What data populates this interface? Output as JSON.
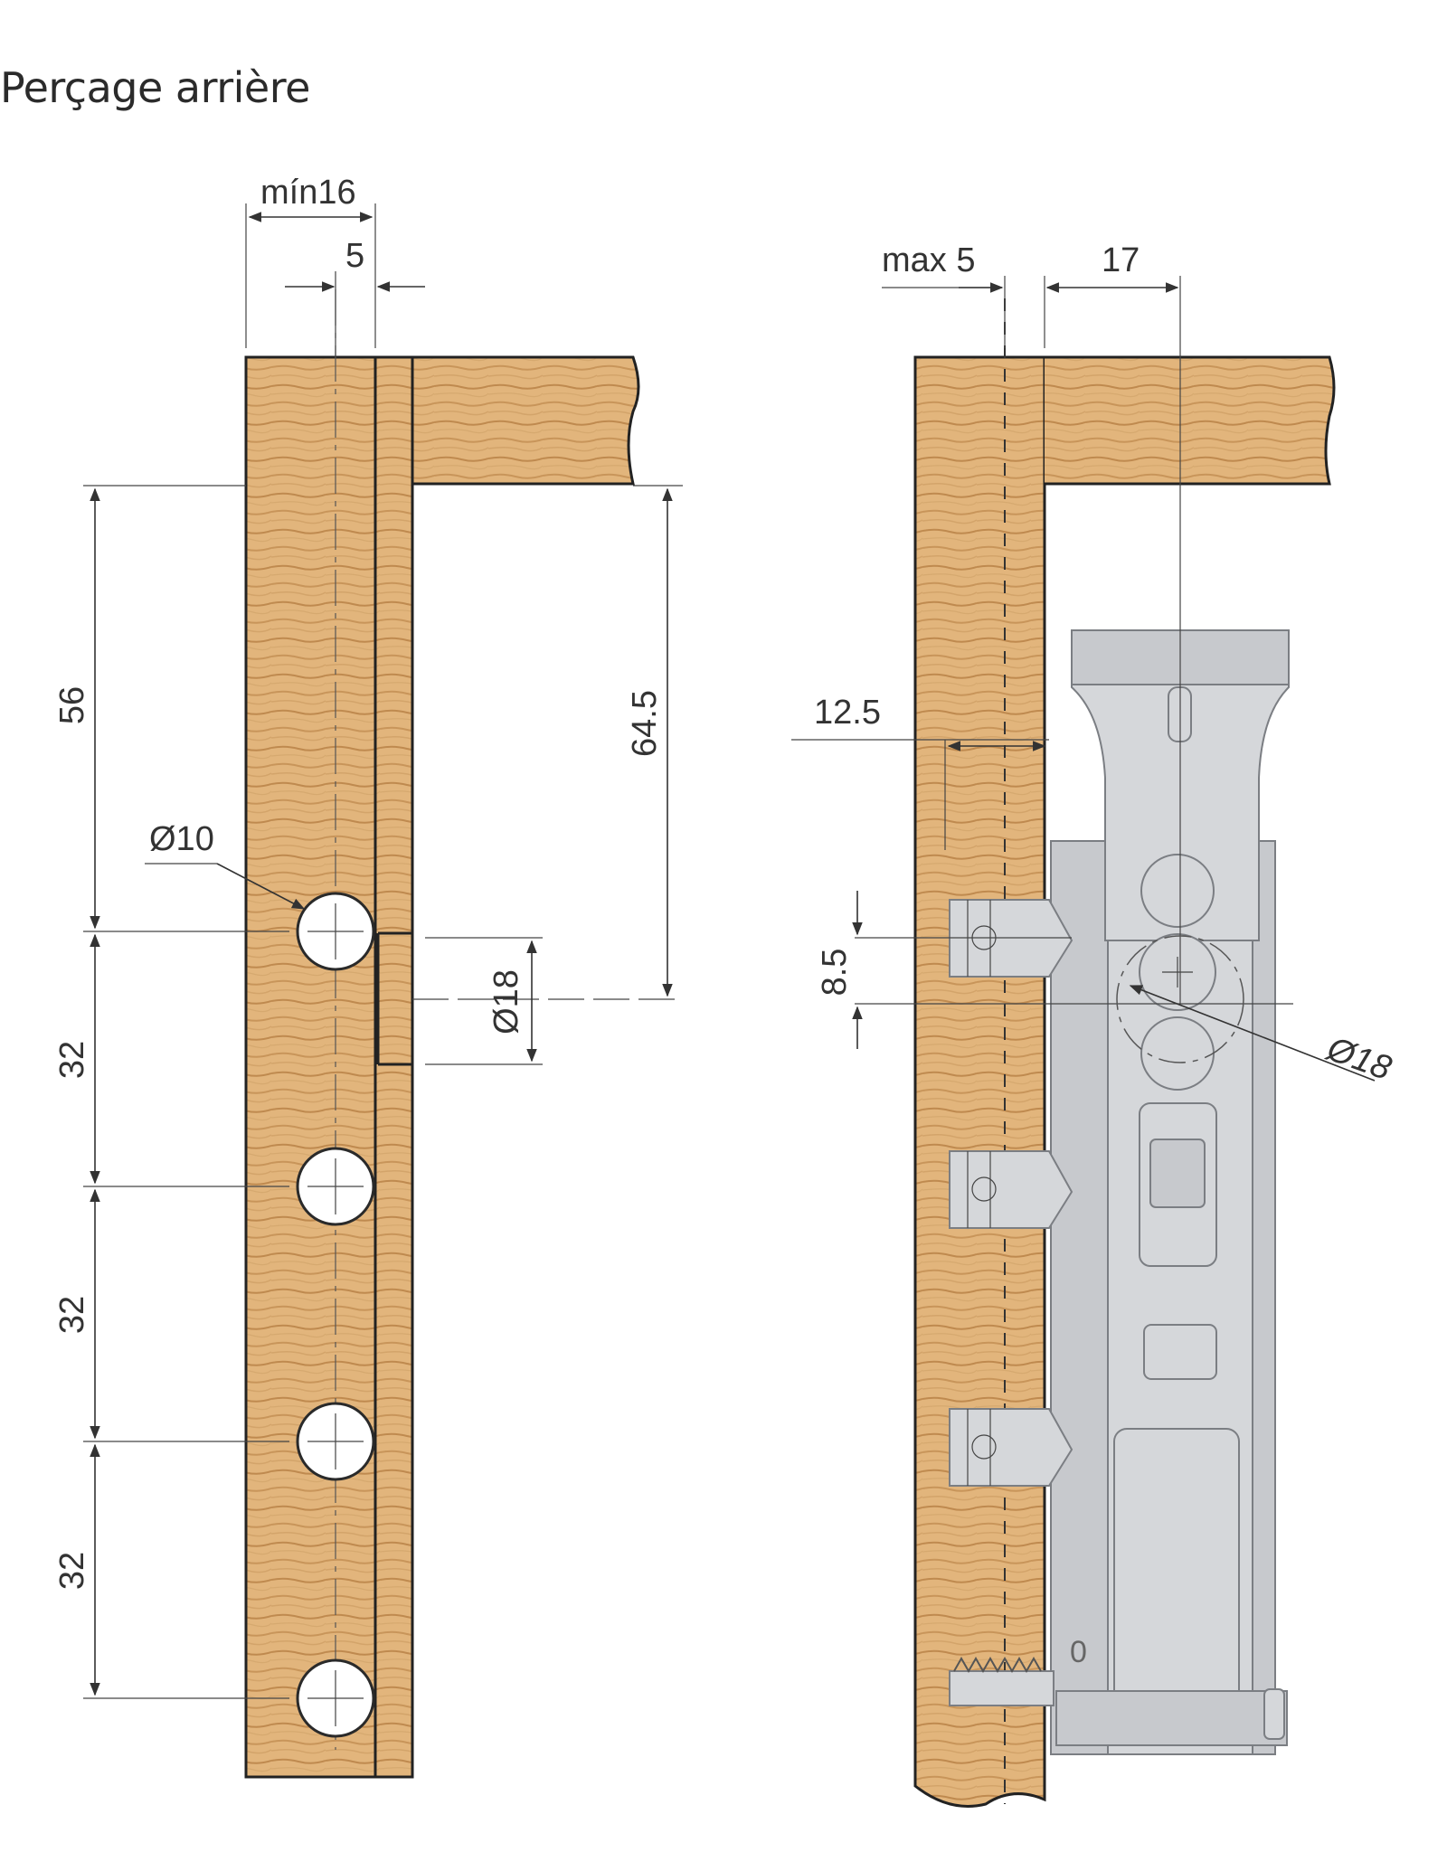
{
  "title": "Perçage arrière",
  "left_view": {
    "dim_min16": "mín16",
    "dim_5": "5",
    "dim_56": "56",
    "dim_64_5": "64.5",
    "dim_d10": "Ø10",
    "dim_d18": "Ø18",
    "dim_32_a": "32",
    "dim_32_b": "32",
    "dim_32_c": "32"
  },
  "right_view": {
    "dim_max5": "max 5",
    "dim_17": "17",
    "dim_12_5": "12.5",
    "dim_8_5": "8.5",
    "dim_d18": "Ø18",
    "mark_0": "0"
  },
  "colors": {
    "wood_light": "#e3b87f",
    "wood_dark": "#c99556",
    "metal": "#d5d7da",
    "outline": "#222222"
  }
}
